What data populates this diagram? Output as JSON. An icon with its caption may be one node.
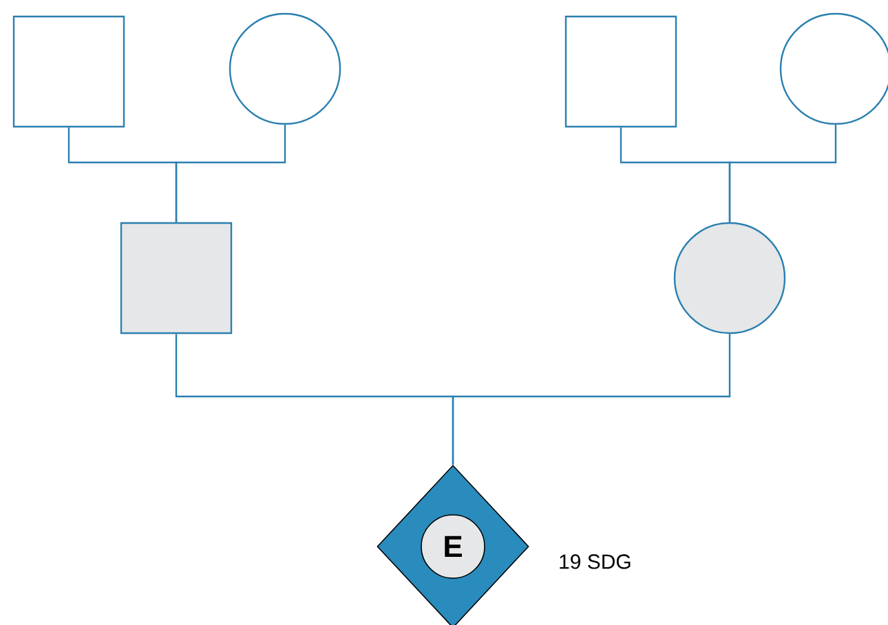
{
  "diagram": {
    "nodes": [
      {
        "text": [],
        "shape": "box"
      },
      {
        "text": [],
        "shape": "circle"
      },
      {
        "text": [],
        "shape": "box"
      },
      {
        "text": [],
        "shape": "circle"
      },
      {
        "text": [],
        "shape": "box"
      },
      {
        "text": [],
        "shape": "circle"
      },
      {
        "text": [
          "E"
        ],
        "beside": [
          "19 SDG"
        ]
      }
    ],
    "edges": [
      {
        "from": 0,
        "to": 4,
        "arrow": "none"
      },
      {
        "from": 1,
        "to": 4,
        "arrow": "none"
      },
      {
        "from": 2,
        "to": 5,
        "arrow": "none"
      },
      {
        "from": 3,
        "to": 5,
        "arrow": "none"
      },
      {
        "from": 4,
        "to": 6,
        "arrow": "none"
      },
      {
        "from": 5,
        "to": 6,
        "arrow": "none"
      }
    ]
  }
}
